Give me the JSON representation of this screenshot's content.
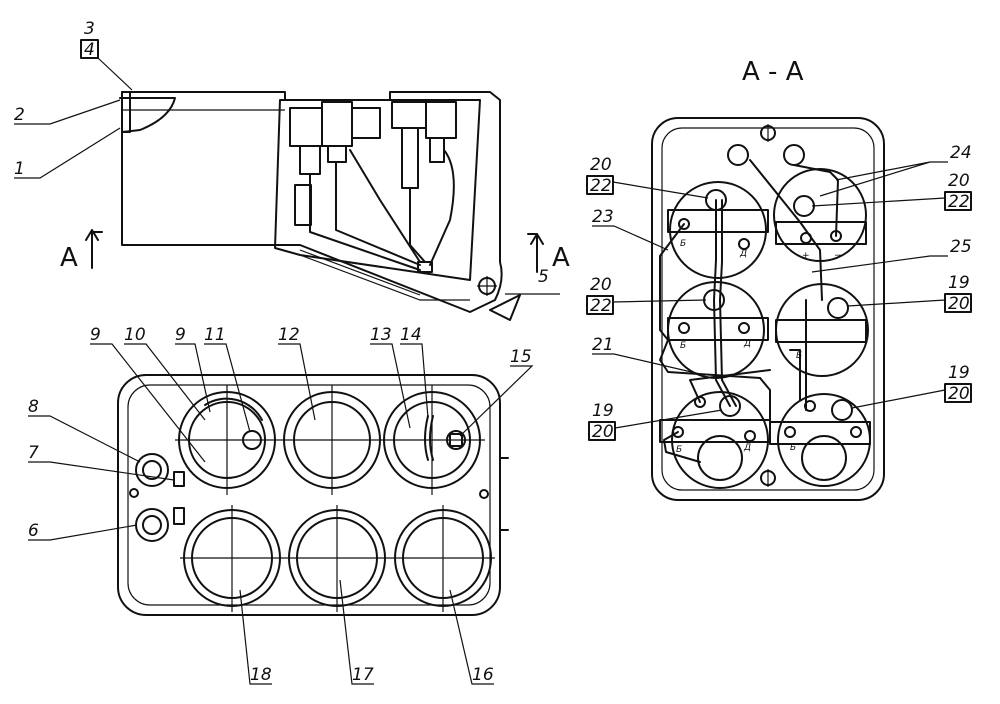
{
  "section_title": "А - А",
  "section_marks": [
    "А",
    "А"
  ],
  "labels": {
    "l1": "1",
    "l2": "2",
    "l3": "3",
    "l4": "4",
    "l5": "5",
    "l6": "6",
    "l7": "7",
    "l8": "8",
    "l9a": "9",
    "l9b": "9",
    "l10": "10",
    "l11": "11",
    "l12": "12",
    "l13": "13",
    "l14": "14",
    "l15": "15",
    "l16": "16",
    "l17": "17",
    "l18": "18",
    "r20a": "20",
    "r22a": "22",
    "r24": "24",
    "r20b": "20",
    "r22b": "22",
    "r23": "23",
    "r25": "25",
    "r20c": "20",
    "r22c": "22",
    "r19a": "19",
    "r20d": "20",
    "r21": "21",
    "r19b": "19",
    "r20e": "20",
    "r19c": "19",
    "r20f": "20"
  },
  "terminal_marks": {
    "b": "Б",
    "d": "Д",
    "plus": "+",
    "minus": "−"
  }
}
